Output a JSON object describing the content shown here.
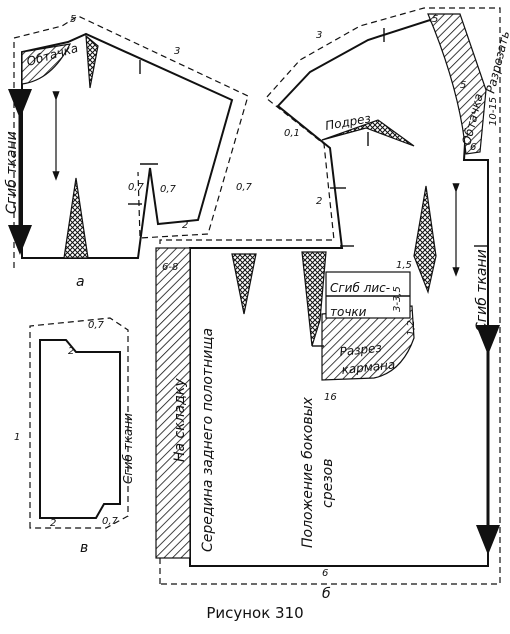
{
  "figure": {
    "caption": "Рисунок 310",
    "parts": {
      "a": "а",
      "b": "б",
      "v": "в"
    }
  },
  "labels": {
    "obtachka": "Обтачка",
    "sgib_tkani": "Сгиб ткани",
    "podrez": "Подрез",
    "razrezat": "Разрезать",
    "sgib_listochki_1": "Сгиб лис-",
    "sgib_listochki_2": "точки",
    "razrez_1": "Разрез",
    "razrez_2": "кармана",
    "na_skladku": "На складку",
    "seredina": "Середина заднего полотнища",
    "polozhenie_1": "Положение боковых",
    "polozhenie_2": "срезов"
  },
  "measures": {
    "m_5": "5",
    "m_3": "3",
    "m_2": "2",
    "m_0_7": "0,7",
    "m_0_1": "0,1",
    "m_1": "1",
    "m_6": "6",
    "m_6_8": "6-8",
    "m_16": "16",
    "m_1_5": "1,5",
    "m_3_35": "3-3,5",
    "m_1_2": "1,2",
    "m_10_15": "10-15"
  }
}
